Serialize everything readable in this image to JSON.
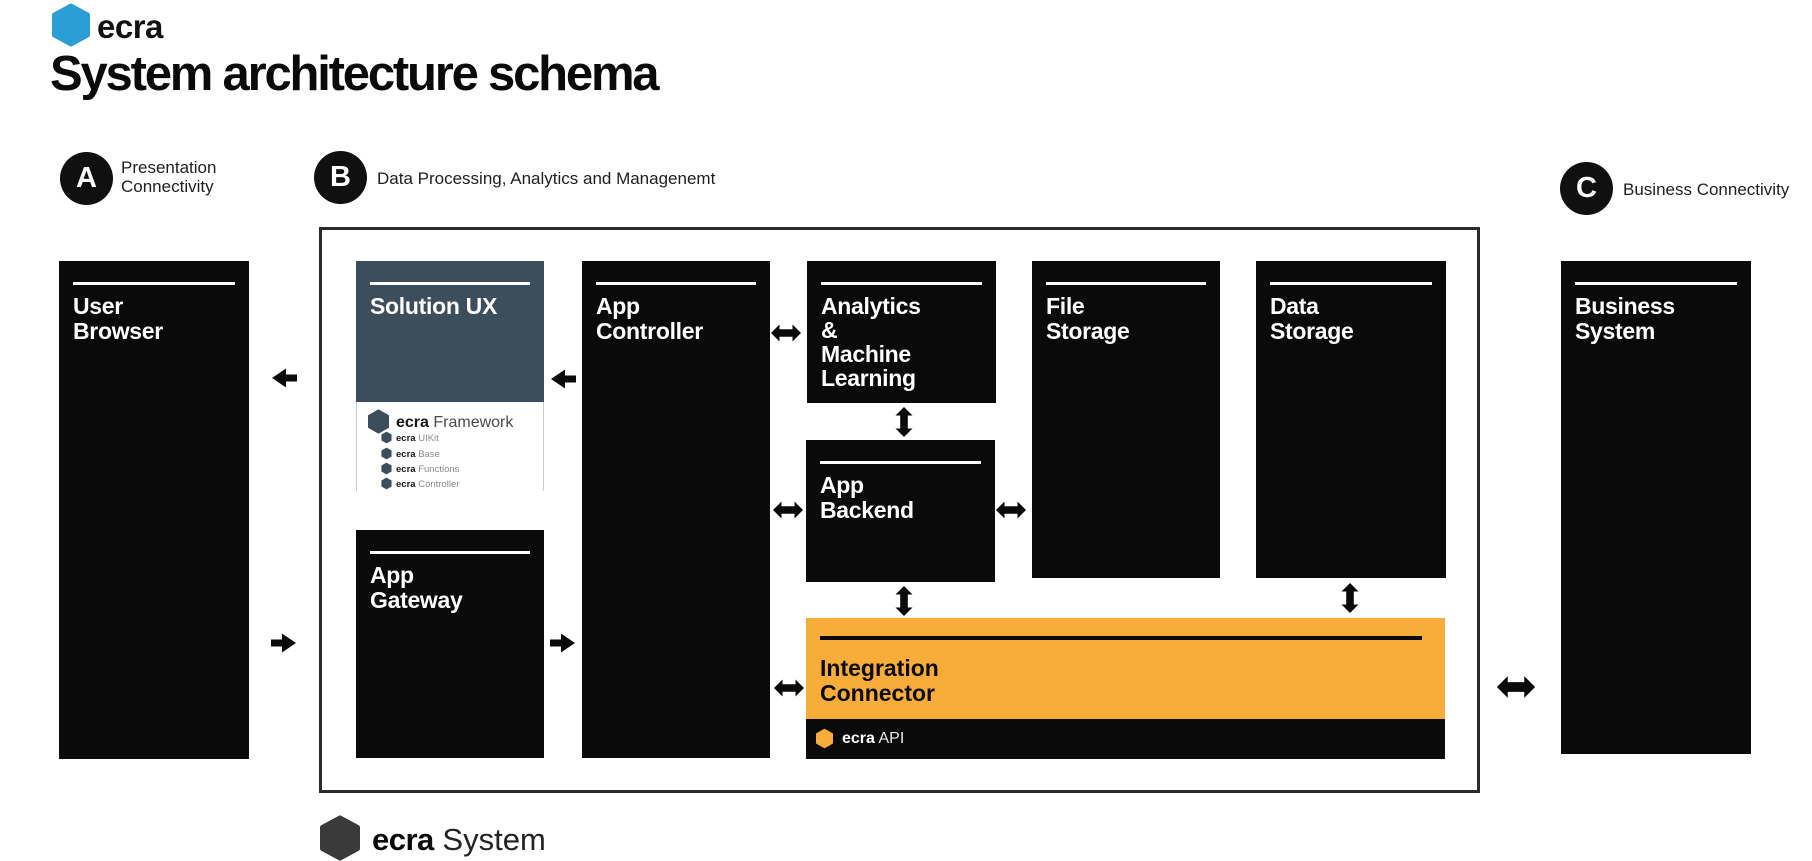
{
  "header": {
    "logo": "ecra",
    "title": "System architecture schema"
  },
  "sections": {
    "a": {
      "letter": "A",
      "lines": [
        "Presentation",
        "Connectivity"
      ]
    },
    "b": {
      "letter": "B",
      "line": "Data Processing, Analytics and Managenemt"
    },
    "c": {
      "letter": "C",
      "line": "Business Connectivity"
    }
  },
  "boxes": {
    "user_browser": {
      "title_lines": [
        "User",
        "Browser"
      ]
    },
    "solution_ux": {
      "title_lines": [
        "Solution UX"
      ]
    },
    "app_gateway": {
      "title_lines": [
        "App",
        "Gateway"
      ]
    },
    "app_controller": {
      "title_lines": [
        "App",
        "Controller"
      ]
    },
    "analytics_ml": {
      "title_lines": [
        "Analytics",
        "&",
        "Machine",
        "Learning"
      ]
    },
    "app_backend": {
      "title_lines": [
        "App",
        "Backend"
      ]
    },
    "file_storage": {
      "title_lines": [
        "File",
        "Storage"
      ]
    },
    "data_storage": {
      "title_lines": [
        "Data",
        "Storage"
      ]
    },
    "integration_connector": {
      "title_lines": [
        "Integration",
        "Connector"
      ]
    },
    "business_system": {
      "title_lines": [
        "Business",
        "System"
      ]
    }
  },
  "framework": {
    "title": {
      "bold": "ecra",
      "regular": "Framework"
    },
    "items": [
      {
        "bold": "ecra",
        "regular": "UIKit"
      },
      {
        "bold": "ecra",
        "regular": "Base"
      },
      {
        "bold": "ecra",
        "regular": "Functions"
      },
      {
        "bold": "ecra",
        "regular": "Controller"
      }
    ]
  },
  "api_label": {
    "bold": "ecra",
    "regular": "API"
  },
  "footer": {
    "bold": "ecra",
    "regular": "System"
  },
  "colors": {
    "black": "#0a0a0a",
    "slate": "#3c4d5b",
    "orange": "#f8ac3a",
    "blue": "#2b9ed6",
    "footer_hex": "#3a3a3a"
  }
}
